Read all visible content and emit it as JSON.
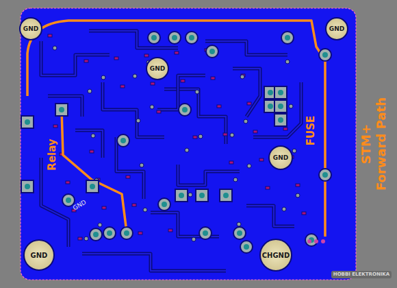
{
  "diagram": {
    "nodes": [
      {
        "text": [
          "GND"
        ]
      },
      {
        "text": [
          "GND"
        ]
      },
      {
        "text": [
          "GND"
        ]
      },
      {
        "text": [
          "GND"
        ]
      },
      {
        "text": [
          "GND"
        ]
      },
      {
        "text": [
          "CHGND"
        ]
      }
    ],
    "labels": [
      "Relay",
      "FUSE",
      "STM+",
      "Forward Path",
      "GND",
      "HOBBI ELEKTRONIKA"
    ]
  }
}
